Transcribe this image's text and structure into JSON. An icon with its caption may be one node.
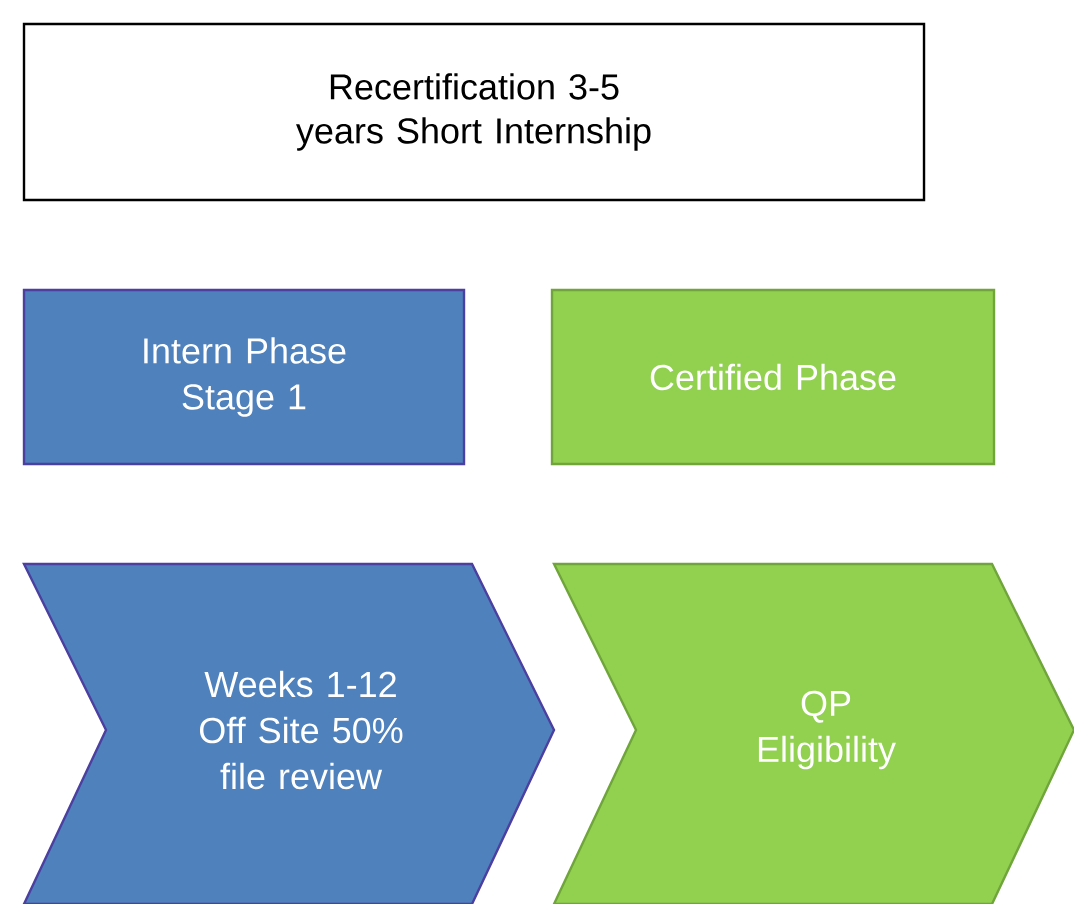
{
  "diagram": {
    "nodes": [
      {
        "text": [
          "Recertification 3-5 years Short Internship"
        ]
      },
      {
        "text": [
          "Intern Phase Stage 1"
        ]
      },
      {
        "text": [
          "Certified Phase"
        ]
      },
      {
        "text": [
          "Weeks 1-12 Off Site 50% file review"
        ]
      },
      {
        "text": [
          "QP Eligibility"
        ]
      }
    ]
  }
}
